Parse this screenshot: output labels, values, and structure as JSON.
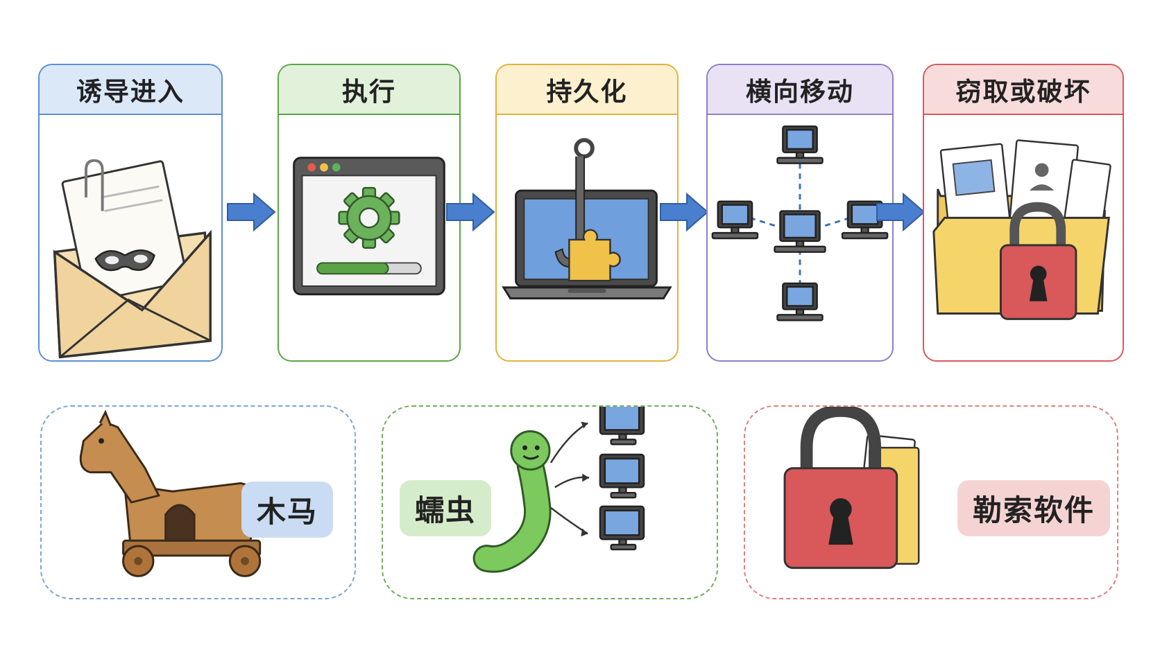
{
  "stages": [
    {
      "title": "诱导进入"
    },
    {
      "title": "执行"
    },
    {
      "title": "持久化"
    },
    {
      "title": "横向移动"
    },
    {
      "title": "窃取或破坏"
    }
  ],
  "malware_types": [
    {
      "label": "木马"
    },
    {
      "label": "蠕虫"
    },
    {
      "label": "勒索软件"
    }
  ],
  "colors": {
    "lure": "#5b8fd4",
    "execute": "#5aa447",
    "persist": "#e2b23b",
    "lateral": "#8f7fc4",
    "steal": "#d9585a",
    "arrow": "#4a7fcf"
  },
  "icons": [
    "envelope-mask-icon",
    "app-window-gear-icon",
    "laptop-hook-icon",
    "network-computers-icon",
    "locked-folder-icon",
    "trojan-horse-icon",
    "worm-icon",
    "padlock-icon"
  ]
}
